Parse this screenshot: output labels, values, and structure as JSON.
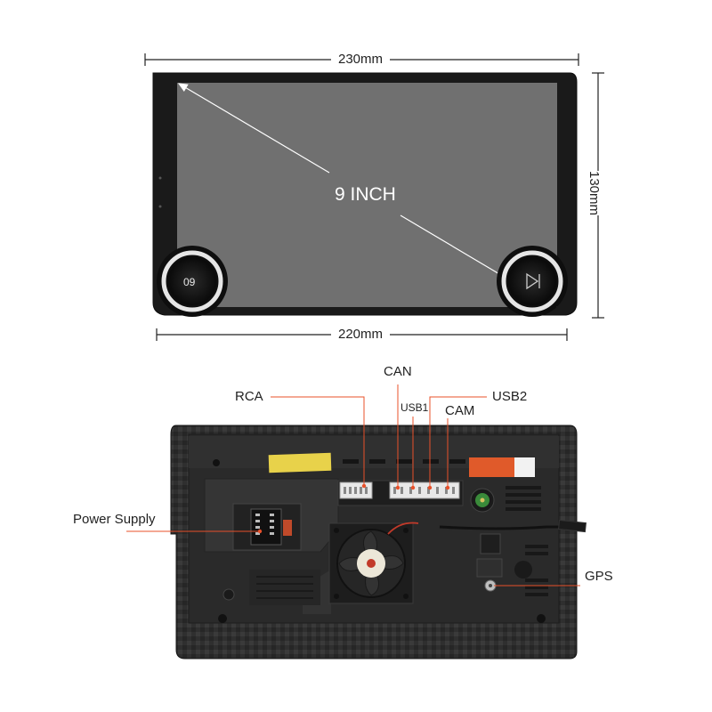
{
  "dimensions": {
    "top_width": "230mm",
    "inner_width": "220mm",
    "height": "130mm",
    "screen_size": "9 INCH"
  },
  "knobs": {
    "left_text": "09",
    "right_icon": "play-next-icon"
  },
  "back_labels": {
    "can": "CAN",
    "rca": "RCA",
    "usb1": "USB1",
    "usb2": "USB2",
    "cam": "CAM",
    "power_supply": "Power Supply",
    "gps": "GPS"
  },
  "colors": {
    "screen_gray": "#707070",
    "bezel": "#1a1a1a",
    "callout_line": "#e8502a",
    "chassis": "#2b2b2b",
    "sticker_orange": "#e05a2a",
    "sticker_yellow": "#e8d24a",
    "gps_connector": "#3a8a3a"
  }
}
